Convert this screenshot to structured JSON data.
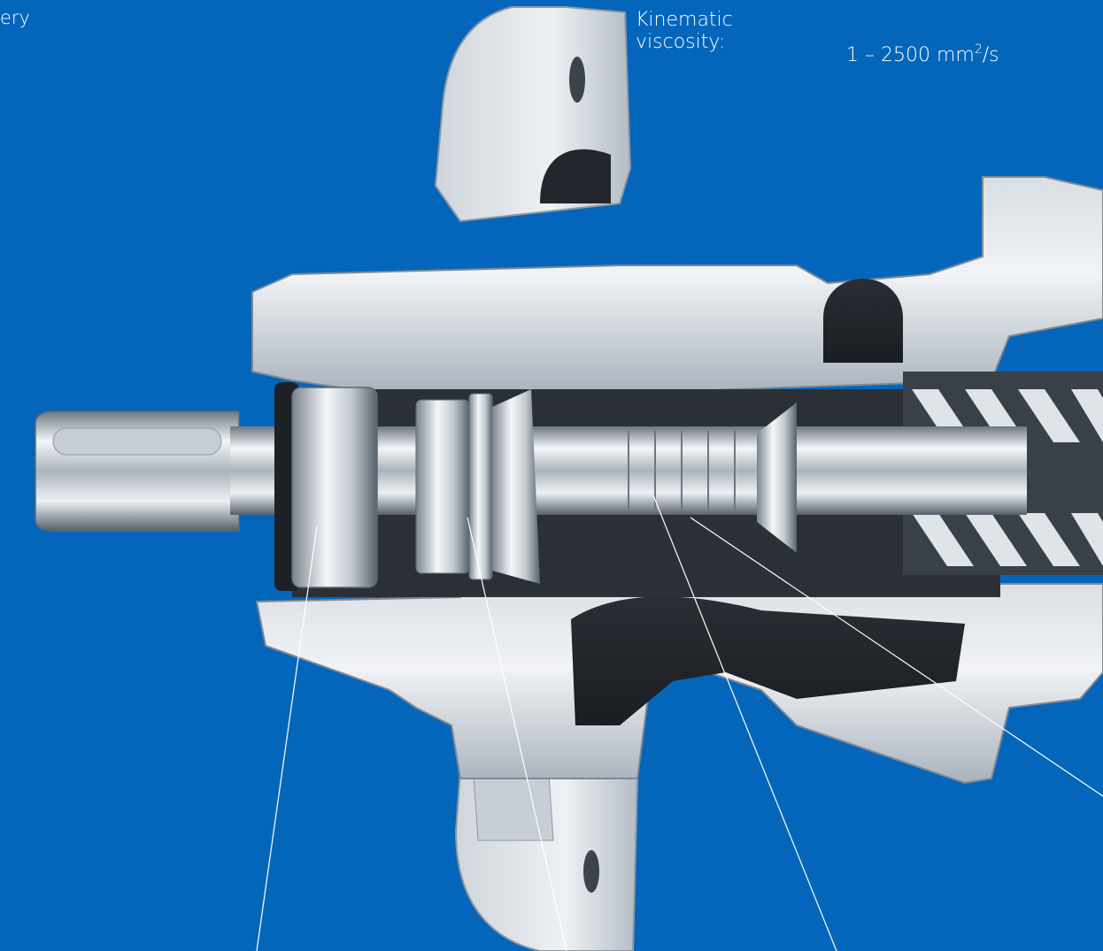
{
  "page": {
    "background": "#0466bb",
    "text_color": "#ffffff"
  },
  "intro_fragment": "ery",
  "spec": {
    "label_line1": "Kinematic",
    "label_line2": "viscosity:",
    "value_prefix": "1 – 2500 mm",
    "value_exponent": "2",
    "value_suffix": "/s"
  },
  "illustration": {
    "subject": "screw-pump-cutaway",
    "parts": [
      "drive-shaft",
      "ball-bearing",
      "shaft-seal",
      "screw-spindles",
      "pump-housing",
      "mounting-flange"
    ],
    "callout_count": 4,
    "colors": {
      "metal_light": "#eef1f4",
      "metal_mid": "#a9b3bd",
      "metal_dark": "#56606b",
      "cavity": "#1f2329",
      "callout_line": "#ffffff"
    }
  }
}
